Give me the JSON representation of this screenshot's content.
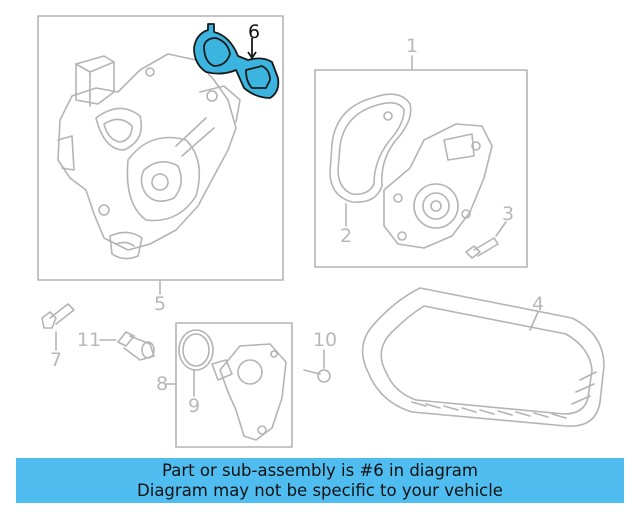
{
  "diagram": {
    "highlight_color": "#3cb4e0",
    "callouts": {
      "c1": "1",
      "c2": "2",
      "c3": "3",
      "c4": "4",
      "c5": "5",
      "c6": "6",
      "c7": "7",
      "c8": "8",
      "c9": "9",
      "c10": "10",
      "c11": "11"
    },
    "highlighted_part": "6"
  },
  "banner": {
    "line1": "Part or sub-assembly is #6 in diagram",
    "line2": "Diagram may not be specific to your vehicle",
    "color": "#4fbdf0"
  }
}
